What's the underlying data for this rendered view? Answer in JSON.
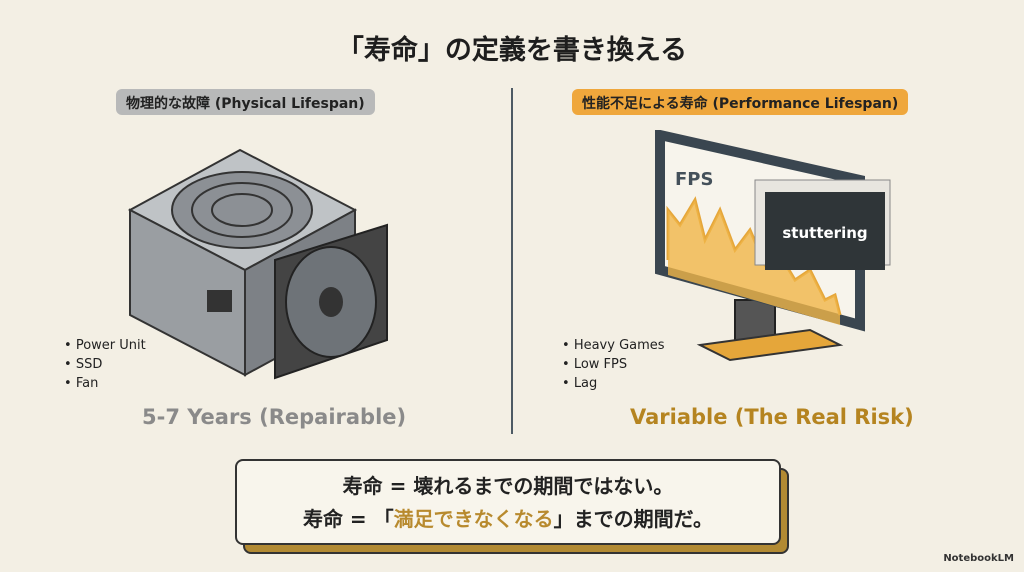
{
  "title": "「寿命」の定義を書き換える",
  "left": {
    "label": "物理的な故障 (Physical Lifespan)",
    "bullets": [
      "Power Unit",
      "SSD",
      "Fan"
    ],
    "caption": "5-7 Years (Repairable)"
  },
  "right": {
    "label": "性能不足による寿命 (Performance Lifespan)",
    "bullets": [
      "Heavy Games",
      "Low FPS",
      "Lag"
    ],
    "caption": "Variable (The Real Risk)",
    "screen_label": "FPS",
    "popup": "stuttering"
  },
  "summary": {
    "line1": "寿命 = 壊れるまでの期間ではない。",
    "line2_pre": "寿命 = 「",
    "line2_hl": "満足できなくなる",
    "line2_post": "」までの期間だ。"
  },
  "brand": "NotebookLM",
  "colors": {
    "accent": "#efa73c",
    "gray": "#b8b9b9"
  }
}
